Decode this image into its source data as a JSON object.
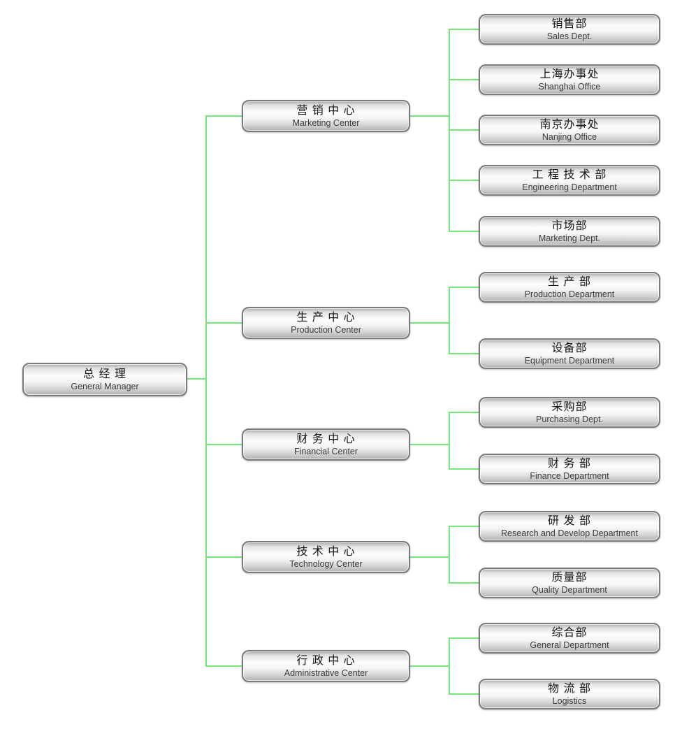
{
  "colors": {
    "connector": "#73e678",
    "box_border": "#7b7b7b",
    "text_primary": "#151515",
    "text_secondary": "#3c3c3c"
  },
  "root": {
    "zh": "总 经 理",
    "en": "General Manager"
  },
  "centers": [
    {
      "zh": "营 销 中 心",
      "en": "Marketing Center",
      "children": [
        {
          "zh": "销售部",
          "en": "Sales Dept."
        },
        {
          "zh": "上海办事处",
          "en": "Shanghai Office"
        },
        {
          "zh": "南京办事处",
          "en": "Nanjing Office"
        },
        {
          "zh": "工 程 技 术 部",
          "en": "Engineering Department"
        },
        {
          "zh": "市场部",
          "en": "Marketing Dept."
        }
      ]
    },
    {
      "zh": "生 产 中 心",
      "en": "Production Center",
      "children": [
        {
          "zh": "生 产 部",
          "en": "Production Department"
        },
        {
          "zh": "设备部",
          "en": "Equipment Department"
        }
      ]
    },
    {
      "zh": "财 务 中 心",
      "en": "Financial Center",
      "children": [
        {
          "zh": "采购部",
          "en": "Purchasing Dept."
        },
        {
          "zh": "财 务 部",
          "en": "Finance Department"
        }
      ]
    },
    {
      "zh": "技 术 中 心",
      "en": "Technology Center",
      "children": [
        {
          "zh": "研 发 部",
          "en": "Research and Develop Department"
        },
        {
          "zh": "质量部",
          "en": "Quality Department"
        }
      ]
    },
    {
      "zh": "行 政 中 心",
      "en": "Administrative Center",
      "children": [
        {
          "zh": "综合部",
          "en": "General Department"
        },
        {
          "zh": "物 流 部",
          "en": "Logistics"
        }
      ]
    }
  ]
}
